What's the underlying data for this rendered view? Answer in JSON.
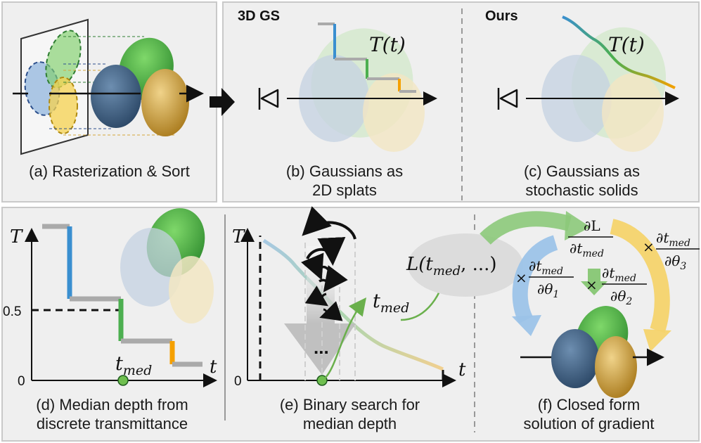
{
  "colors": {
    "panel_bg": "#efefef",
    "panel_border": "#c9c9c9",
    "green": "#4caf50",
    "blue": "#3f7fb5",
    "gold": "#d4a63a",
    "orange": "#f5a000",
    "light_blue": "#9cc3e8",
    "yellow": "#f4d36b"
  },
  "panel_a": {
    "caption": "(a) Rasterization & Sort"
  },
  "panel_b": {
    "header": "3D GS",
    "caption_line1": "(b) Gaussians as",
    "caption_line2": "2D splats",
    "curve_label": "T(t)"
  },
  "panel_c": {
    "header": "Ours",
    "caption_line1": "(c) Gaussians as",
    "caption_line2": "stochastic solids",
    "curve_label": "T(t)"
  },
  "panel_d": {
    "caption_line1": "(d) Median depth from",
    "caption_line2": "discrete transmittance",
    "y_axis": "T",
    "x_axis": "t",
    "tick_half": "0.5",
    "tick_zero": "0",
    "median_label": "t",
    "median_sub": "med"
  },
  "panel_e": {
    "caption_line1": "(e) Binary search for",
    "caption_line2": "median depth",
    "y_axis": "T",
    "x_axis": "t",
    "tick_zero": "0",
    "dots": "...",
    "median_label": "t",
    "median_sub": "med"
  },
  "panel_f": {
    "caption_line1": "(f) Closed form",
    "caption_line2": "solution of gradient",
    "loss": "L(t",
    "loss_sub": "med",
    "loss_tail": ", ...)",
    "dL_num": "∂L",
    "dL_den": "∂t",
    "dL_den_sub": "med",
    "times": "×",
    "g1_num": "∂t",
    "g1_num_sub": "med",
    "g1_den": "∂θ",
    "g1_den_sub": "1",
    "g2_num": "∂t",
    "g2_num_sub": "med",
    "g2_den": "∂θ",
    "g2_den_sub": "2",
    "g3_num": "∂t",
    "g3_num_sub": "med",
    "g3_den": "∂θ",
    "g3_den_sub": "3"
  }
}
